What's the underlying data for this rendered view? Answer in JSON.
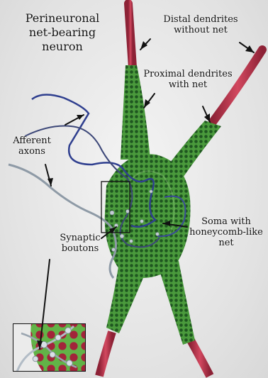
{
  "labels": {
    "title": "Perineuronal net-bearing neuron",
    "distal": "Distal dendrites without net",
    "proximal": "Proximal dendrites with net",
    "afferent": "Afferent axons",
    "synaptic": "Synaptic boutons",
    "soma": "Soma with honeycomb-like net"
  },
  "colors": {
    "dendrite": "#b8334a",
    "net": "#5fa84a",
    "axon_blue": "#2f3f8f",
    "axon_gray": "#8e9aa6"
  }
}
